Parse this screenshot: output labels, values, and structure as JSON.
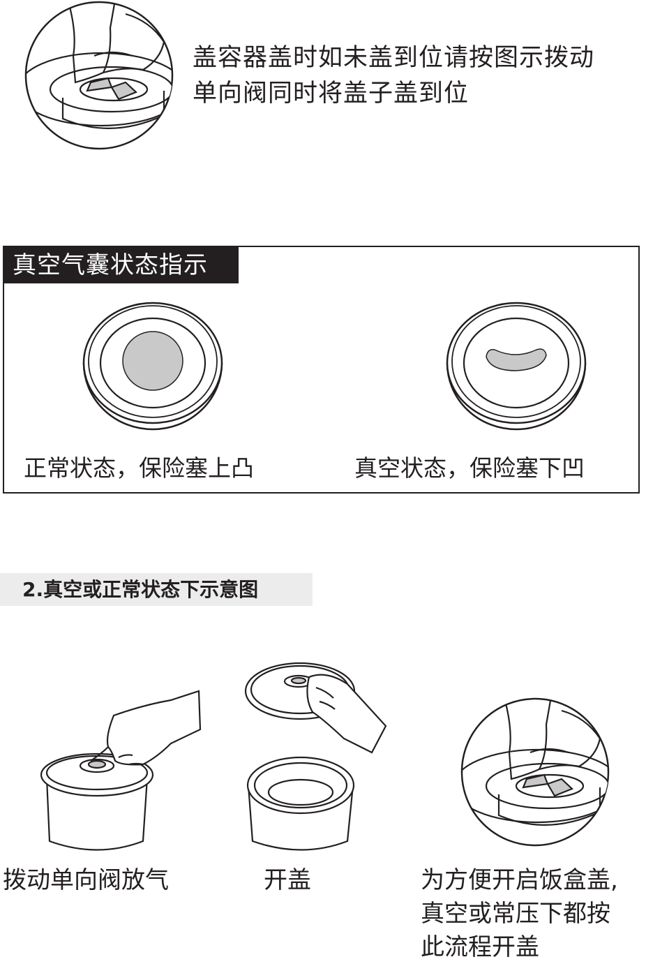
{
  "top_instruction": {
    "line1": "盖容器盖时如未盖到位请按图示拨动",
    "line2": "单向阀同时将盖子盖到位"
  },
  "status_panel": {
    "title": "真空气囊状态指示",
    "normal_caption": "正常状态，保险塞上凸",
    "vacuum_caption": "真空状态，保险塞下凹"
  },
  "section2": {
    "heading": "2.真空或正常状态下示意图"
  },
  "steps": {
    "step1": "拨动单向阀放气",
    "step2": "开盖",
    "step3_line1": "为方便开启饭盒盖,",
    "step3_line2": "真空或常压下都按",
    "step3_line3": "此流程开盖"
  },
  "colors": {
    "ink": "#231f20",
    "gray_fill": "#c9c9c9",
    "heading_bg": "#ececec"
  }
}
